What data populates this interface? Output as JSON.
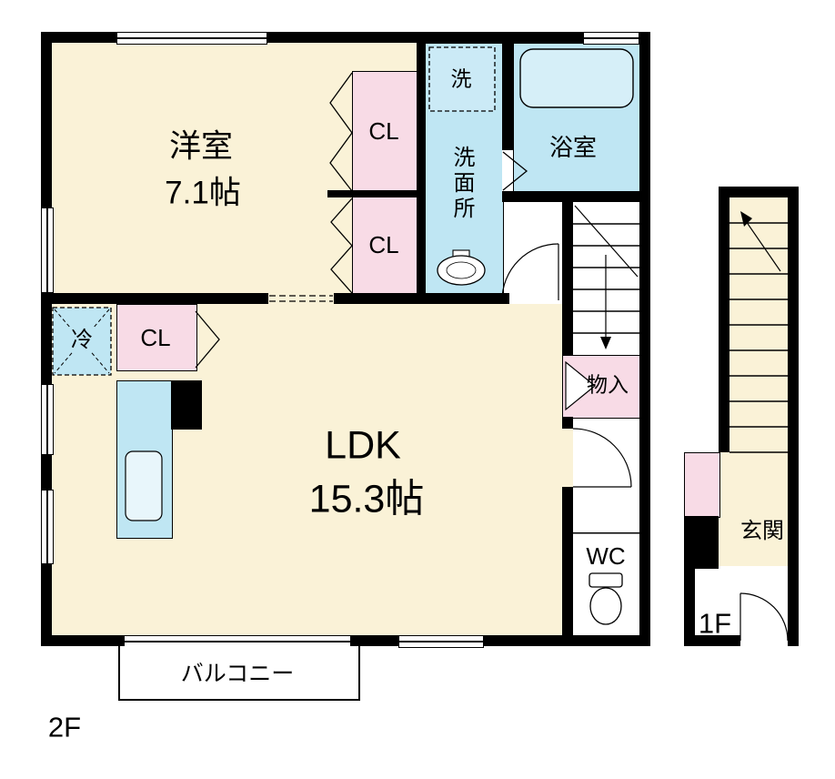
{
  "plan": {
    "floor_main_label": "2F",
    "floor_side_label": "1F",
    "rooms": {
      "western_room": {
        "name": "洋室",
        "size": "7.1帖"
      },
      "ldk": {
        "name": "LDK",
        "size": "15.3帖"
      },
      "closet_top": "CL",
      "closet_bottom": "CL",
      "closet_kitchen": "CL",
      "washer": "洗",
      "washroom": "洗面所",
      "bathroom": "浴室",
      "storage": "物入",
      "wc": "WC",
      "refrigerator": "冷",
      "balcony": "バルコニー",
      "entrance": "玄関"
    },
    "colors": {
      "room_cream": "#FAF2D7",
      "closet_pink": "#F8DBE6",
      "wet_area_blue": "#BFE6F3",
      "wall": "#000000"
    }
  }
}
